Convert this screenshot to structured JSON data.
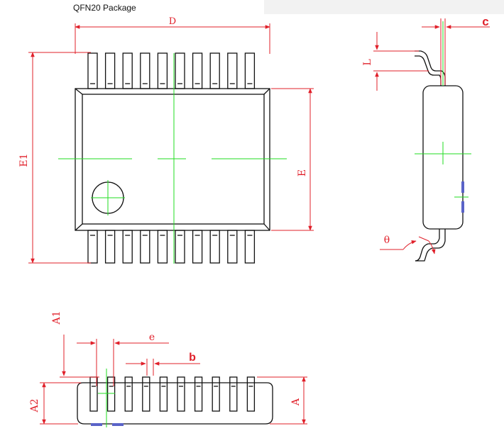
{
  "title": "QFN20 Package",
  "colors": {
    "outline": "#111111",
    "dimension": "#e0202a",
    "centerline": "#22dd22",
    "marker": "#5a63c8"
  },
  "labels": {
    "D": "D",
    "E1": "E1",
    "E": "E",
    "c": "c",
    "L": "L",
    "theta": "θ",
    "A1": "A1",
    "e": "e",
    "b": "b",
    "A2": "A2",
    "A": "A"
  },
  "pins_per_side": 10
}
